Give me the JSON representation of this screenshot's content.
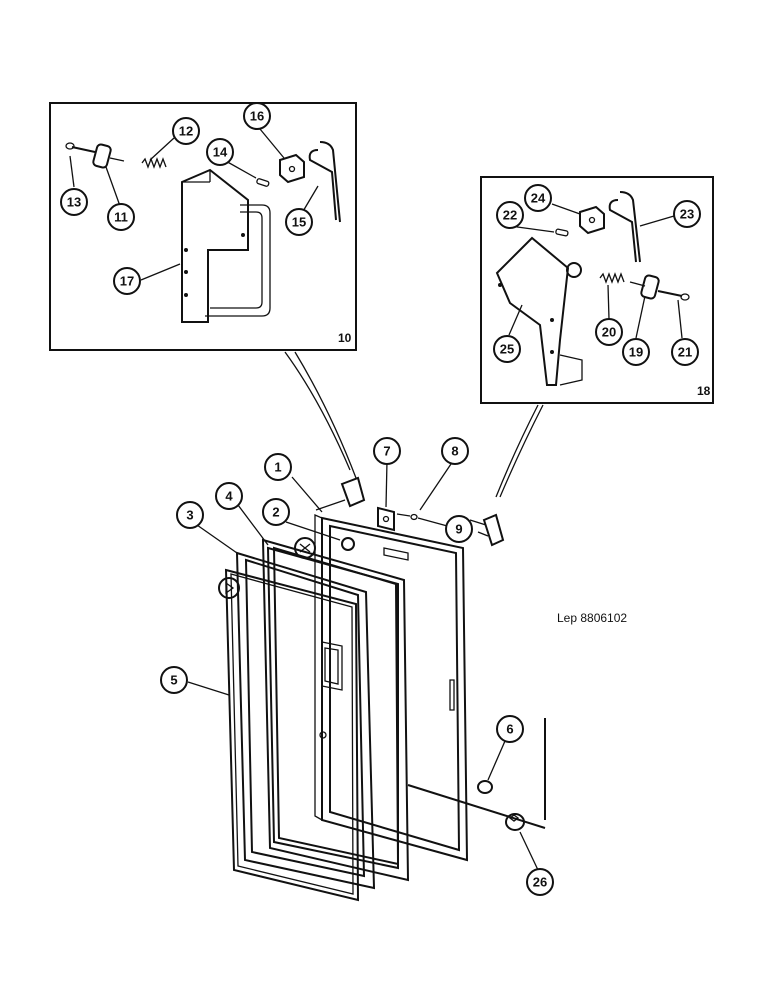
{
  "reference": "Lep 8806102",
  "detail_boxes": {
    "left": "10",
    "right": "18"
  },
  "callouts": [
    "1",
    "2",
    "3",
    "4",
    "5",
    "6",
    "7",
    "8",
    "9",
    "11",
    "12",
    "13",
    "14",
    "15",
    "16",
    "17",
    "19",
    "20",
    "21",
    "22",
    "23",
    "24",
    "25",
    "26"
  ]
}
